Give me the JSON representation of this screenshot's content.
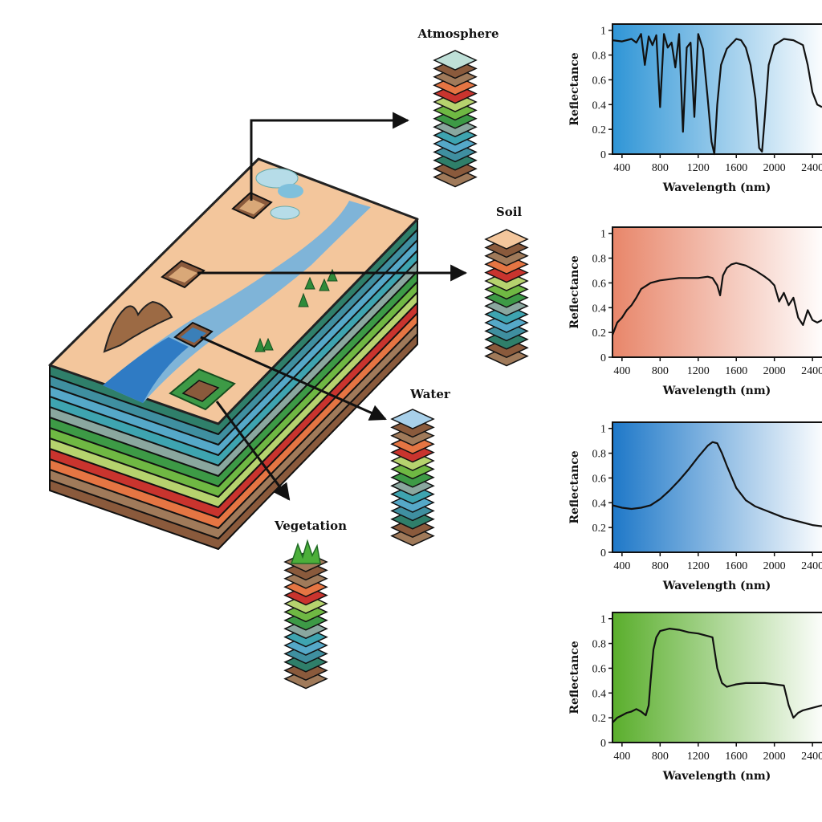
{
  "stack_labels": {
    "atmosphere": "Atmosphere",
    "soil": "Soil",
    "water": "Water",
    "vegetation": "Vegetation"
  },
  "layer_colors": [
    "#2f7f6a",
    "#3f8fa0",
    "#55a8c8",
    "#3ea4b0",
    "#8aa79f",
    "#3d9a46",
    "#6fb843",
    "#b6d36e",
    "#c9342e",
    "#e57543",
    "#a07a5a",
    "#8a5a3c"
  ],
  "chart_data": [
    {
      "type": "line",
      "id": "atmosphere",
      "gradient": [
        "#2f95d6",
        "#ffffff"
      ],
      "xlabel": "Wavelength (nm)",
      "ylabel": "Reflectance",
      "xlim": [
        300,
        2500
      ],
      "ylim": [
        0,
        1.05
      ],
      "xticks": [
        "400",
        "800",
        "1200",
        "1600",
        "2000",
        "2400"
      ],
      "yticks": [
        "0",
        "0.2",
        "0.4",
        "0.6",
        "0.8",
        "1"
      ],
      "x": [
        300,
        400,
        500,
        550,
        600,
        640,
        680,
        720,
        760,
        800,
        840,
        880,
        920,
        960,
        1000,
        1040,
        1080,
        1120,
        1160,
        1200,
        1250,
        1300,
        1340,
        1370,
        1400,
        1440,
        1500,
        1600,
        1650,
        1700,
        1750,
        1800,
        1840,
        1870,
        1900,
        1940,
        2000,
        2100,
        2200,
        2300,
        2350,
        2400,
        2450,
        2500
      ],
      "y": [
        0.92,
        0.91,
        0.93,
        0.9,
        0.97,
        0.72,
        0.95,
        0.88,
        0.96,
        0.38,
        0.97,
        0.86,
        0.9,
        0.7,
        0.97,
        0.18,
        0.86,
        0.9,
        0.3,
        0.97,
        0.85,
        0.45,
        0.1,
        0.0,
        0.4,
        0.72,
        0.85,
        0.93,
        0.92,
        0.86,
        0.72,
        0.45,
        0.05,
        0.02,
        0.3,
        0.72,
        0.88,
        0.93,
        0.92,
        0.88,
        0.72,
        0.5,
        0.4,
        0.38
      ]
    },
    {
      "type": "line",
      "id": "soil",
      "gradient": [
        "#e8866a",
        "#ffffff"
      ],
      "xlabel": "Wavelength (nm)",
      "ylabel": "Reflectance",
      "xlim": [
        300,
        2500
      ],
      "ylim": [
        0,
        1.05
      ],
      "xticks": [
        "400",
        "800",
        "1200",
        "1600",
        "2000",
        "2400"
      ],
      "yticks": [
        "0",
        "0.2",
        "0.4",
        "0.6",
        "0.8",
        "1"
      ],
      "x": [
        300,
        350,
        400,
        450,
        500,
        550,
        600,
        700,
        800,
        900,
        1000,
        1100,
        1200,
        1300,
        1350,
        1400,
        1430,
        1460,
        1500,
        1550,
        1600,
        1700,
        1800,
        1900,
        1950,
        2000,
        2050,
        2100,
        2150,
        2200,
        2250,
        2300,
        2350,
        2400,
        2450,
        2500
      ],
      "y": [
        0.18,
        0.28,
        0.32,
        0.38,
        0.42,
        0.48,
        0.55,
        0.6,
        0.62,
        0.63,
        0.64,
        0.64,
        0.64,
        0.65,
        0.64,
        0.58,
        0.5,
        0.66,
        0.72,
        0.75,
        0.76,
        0.74,
        0.7,
        0.65,
        0.62,
        0.58,
        0.45,
        0.52,
        0.42,
        0.48,
        0.32,
        0.26,
        0.38,
        0.3,
        0.28,
        0.3
      ]
    },
    {
      "type": "line",
      "id": "water",
      "gradient": [
        "#1e78c8",
        "#ffffff"
      ],
      "xlabel": "Wavelength (nm)",
      "ylabel": "Reflectance",
      "xlim": [
        300,
        2500
      ],
      "ylim": [
        0,
        1.05
      ],
      "xticks": [
        "400",
        "800",
        "1200",
        "1600",
        "2000",
        "2400"
      ],
      "yticks": [
        "0",
        "0.2",
        "0.4",
        "0.6",
        "0.8",
        "1"
      ],
      "x": [
        300,
        400,
        500,
        600,
        700,
        800,
        900,
        1000,
        1100,
        1200,
        1300,
        1350,
        1400,
        1450,
        1500,
        1600,
        1700,
        1800,
        1900,
        2000,
        2100,
        2200,
        2300,
        2400,
        2500
      ],
      "y": [
        0.38,
        0.36,
        0.35,
        0.36,
        0.38,
        0.43,
        0.5,
        0.58,
        0.67,
        0.77,
        0.86,
        0.89,
        0.88,
        0.8,
        0.7,
        0.52,
        0.42,
        0.37,
        0.34,
        0.31,
        0.28,
        0.26,
        0.24,
        0.22,
        0.21
      ]
    },
    {
      "type": "line",
      "id": "vegetation",
      "gradient": [
        "#5aae2c",
        "#ffffff"
      ],
      "xlabel": "Wavelength (nm)",
      "ylabel": "Reflectance",
      "xlim": [
        300,
        2500
      ],
      "ylim": [
        0,
        1.05
      ],
      "xticks": [
        "400",
        "800",
        "1200",
        "1600",
        "2000",
        "2400"
      ],
      "yticks": [
        "0",
        "0.2",
        "0.4",
        "0.6",
        "0.8",
        "1"
      ],
      "x": [
        300,
        350,
        400,
        450,
        500,
        550,
        600,
        650,
        680,
        700,
        730,
        760,
        800,
        900,
        1000,
        1100,
        1200,
        1300,
        1350,
        1400,
        1450,
        1500,
        1550,
        1600,
        1700,
        1800,
        1900,
        2000,
        2100,
        2150,
        2200,
        2250,
        2300,
        2400,
        2500
      ],
      "y": [
        0.16,
        0.2,
        0.22,
        0.24,
        0.25,
        0.27,
        0.25,
        0.22,
        0.3,
        0.5,
        0.75,
        0.85,
        0.9,
        0.92,
        0.91,
        0.89,
        0.88,
        0.86,
        0.85,
        0.6,
        0.48,
        0.45,
        0.46,
        0.47,
        0.48,
        0.48,
        0.48,
        0.47,
        0.46,
        0.3,
        0.2,
        0.24,
        0.26,
        0.28,
        0.3
      ]
    }
  ]
}
